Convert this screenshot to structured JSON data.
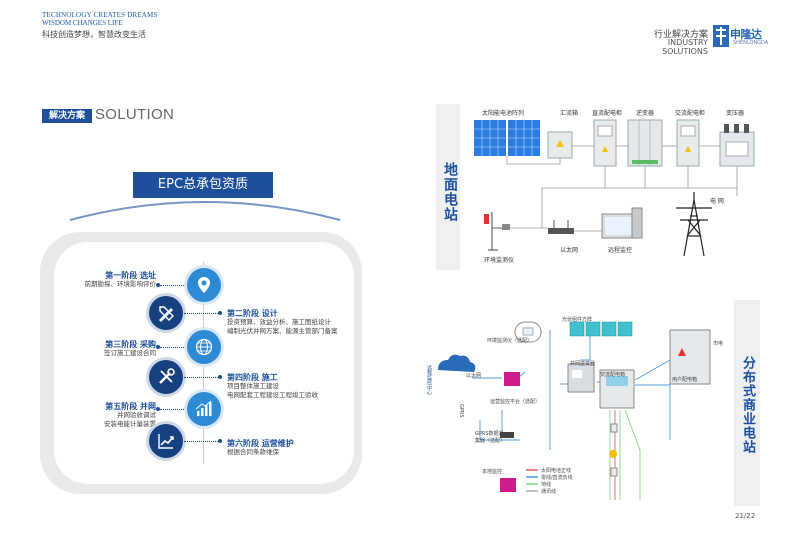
{
  "header": {
    "tagline_en_1": "TECHNOLOGY CREATES DREAMS",
    "tagline_en_2": "WISDOM CHANGES LIFE",
    "tagline_cn": "科技创造梦想，智慧改变生活",
    "section_cn": "行业解决方案",
    "section_en": "INDUSTRY SOLUTIONS",
    "brand_cn": "申隆达",
    "brand_sub": "SHENLONGDA"
  },
  "solution": {
    "tag": "解决方案",
    "word": "SOLUTION",
    "epc_title": "EPC总承包资质"
  },
  "steps": [
    {
      "title": "第一阶段  选址",
      "desc": [
        "前期勘探、环境影响评价"
      ]
    },
    {
      "title": "第二阶段  设计",
      "desc": [
        "投资预算、效益分析、施工图纸设计",
        "编制光伏并网方案、能源主管部门备案"
      ]
    },
    {
      "title": "第三阶段  采购",
      "desc": [
        "签订施工建设合同"
      ]
    },
    {
      "title": "第四阶段  施工",
      "desc": [
        "项目整体施工建设",
        "电网配套工程建设工程竣工验收"
      ]
    },
    {
      "title": "第五阶段  并网",
      "desc": [
        "并网验收调试",
        "安装电能计量装置"
      ]
    },
    {
      "title": "第六阶段  运营维护",
      "desc": [
        "根据合同条款维保"
      ]
    }
  ],
  "ground": {
    "side_label": "地面电站",
    "labels": [
      "太阳能电池阵列",
      "汇流箱",
      "直流配电柜",
      "逆变器",
      "交流配电柜",
      "变压器",
      "电 网",
      "环境监测仪",
      "以太网",
      "远程监控"
    ]
  },
  "distributed": {
    "side_label": "分布式商业电站",
    "labels": [
      "光伏组件方阵",
      "环境监测仪（选配）",
      "以太网",
      "运营监控平台（选配）",
      "并网逆变器",
      "交流配电箱",
      "用户配电箱",
      "市电",
      "GPRS数据采集器（选配）",
      "本地监控",
      "远程监控中心",
      "GPRS"
    ],
    "legend": [
      "太阳电池正线",
      "零线/直流负线",
      "地线",
      "通讯线"
    ]
  },
  "page": "21/22",
  "colors": {
    "brand_blue": "#1d4f9c",
    "icon_light": "#2f8ad6",
    "icon_dark": "#16407f"
  }
}
